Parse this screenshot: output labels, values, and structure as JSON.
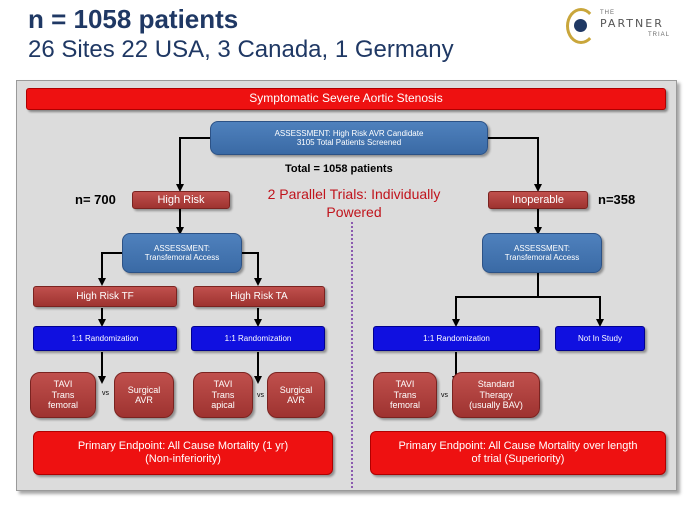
{
  "header": {
    "title": "n = 1058 patients",
    "subtitle": "26 Sites 22 USA, 3 Canada, 1 Germany"
  },
  "logo": {
    "the": "THE",
    "name": "PARTNER",
    "trial": "TRIAL"
  },
  "diagram": {
    "banner": "Symptomatic Severe Aortic Stenosis",
    "assessment_top": {
      "line1": "ASSESSMENT: High Risk AVR Candidate",
      "line2": "3105 Total Patients Screened"
    },
    "total": "Total = 1058 patients",
    "parallel_trials": "2 Parallel Trials: Individually Powered",
    "left": {
      "n": "n= 700",
      "group": "High Risk",
      "assessment": {
        "line1": "ASSESSMENT:",
        "line2": "Transfemoral Access"
      },
      "tf": "High Risk TF",
      "ta": "High Risk TA",
      "rand_tf": "1:1 Randomization",
      "rand_ta": "1:1 Randomization",
      "tavi_tf": [
        "TAVI",
        "Trans",
        "femoral"
      ],
      "surgical_tf": [
        "Surgical",
        "AVR"
      ],
      "tavi_ta": [
        "TAVI",
        "Trans",
        "apical"
      ],
      "surgical_ta": [
        "Surgical",
        "AVR"
      ],
      "vs": "vs",
      "endpoint": {
        "line1": "Primary Endpoint: All Cause Mortality (1 yr)",
        "line2": "(Non-inferiority)"
      }
    },
    "right": {
      "n": "n=358",
      "group": "Inoperable",
      "assessment": {
        "line1": "ASSESSMENT:",
        "line2": "Transfemoral Access"
      },
      "rand": "1:1 Randomization",
      "not_in_study": "Not In Study",
      "tavi": [
        "TAVI",
        "Trans",
        "femoral"
      ],
      "standard": [
        "Standard",
        "Therapy",
        "(usually BAV)"
      ],
      "vs": "vs",
      "endpoint": {
        "line1": "Primary Endpoint: All Cause Mortality over length",
        "line2": "of trial (Superiority)"
      }
    }
  },
  "colors": {
    "title": "#1f3864",
    "red": "#ee1111",
    "blue": "#4f81bd",
    "bright_blue": "#1010e0",
    "maroon": "#a83a36",
    "parallel_text": "#c0141c"
  }
}
